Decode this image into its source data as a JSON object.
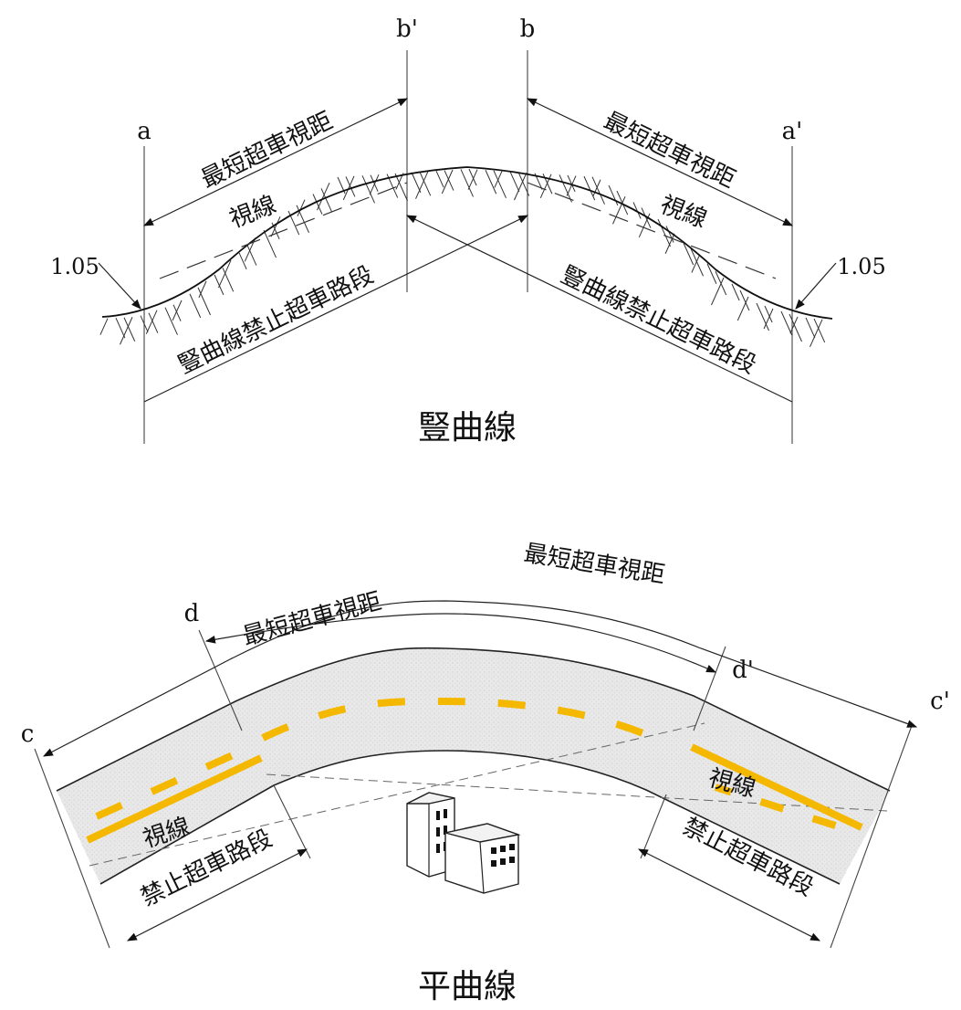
{
  "vertical_curve": {
    "title": "豎曲線",
    "point_a": "a",
    "point_a_prime": "a'",
    "point_b": "b",
    "point_b_prime": "b'",
    "sight_distance_left": "最短超車視距",
    "sight_distance_right": "最短超車視距",
    "sight_line_left": "視線",
    "sight_line_right": "視線",
    "eye_height_left": "1.05",
    "eye_height_right": "1.05",
    "no_passing_left": "豎曲線禁止超車路段",
    "no_passing_right": "豎曲線禁止超車路段"
  },
  "horizontal_curve": {
    "title": "平曲線",
    "point_c": "c",
    "point_c_prime": "c'",
    "point_d": "d",
    "point_d_prime": "d'",
    "sight_distance_outer": "最短超車視距",
    "sight_distance_inner": "最短超車視距",
    "sight_line_left": "視線",
    "sight_line_right": "視線",
    "no_passing_left": "禁止超車路段",
    "no_passing_right": "禁止超車路段"
  },
  "colors": {
    "center_line": "#f5b800",
    "road_fill": "#e6e6e6",
    "line": "#222222"
  }
}
